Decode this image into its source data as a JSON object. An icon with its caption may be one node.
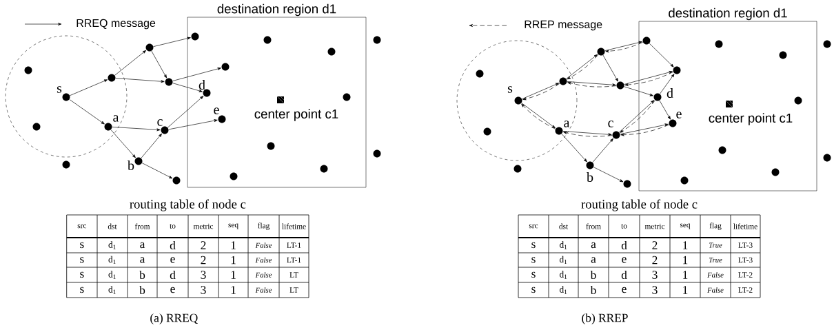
{
  "diagram": {
    "nodes": [
      {
        "text": [],
        "shape": "circle"
      },
      {
        "text": [],
        "shape": "circle",
        "in": 0
      },
      {
        "text": [
          "s"
        ],
        "in": 0
      },
      {
        "text": [],
        "shape": "circle",
        "in": 0
      },
      {
        "text": [],
        "shape": "circle",
        "in": 0
      },
      {
        "text": [
          "a"
        ],
        "in": 0
      },
      {
        "text": [],
        "shape": "circle"
      },
      {
        "text": [],
        "shape": "circle"
      },
      {
        "text": [
          "b"
        ]
      },
      {
        "text": [
          "c"
        ]
      },
      {
        "text": [],
        "shape": "circle"
      },
      {
        "text": [],
        "shape": "circle"
      },
      {
        "text": [
          "destination region d1"
        ]
      },
      {
        "text": [],
        "shape": "circle",
        "in": 12
      },
      {
        "text": [],
        "shape": "circle",
        "in": 12
      },
      {
        "text": [],
        "shape": "circle",
        "in": 12
      },
      {
        "text": [],
        "shape": "circle",
        "in": 12
      },
      {
        "text": [
          "d"
        ],
        "in": 12
      },
      {
        "text": [],
        "shape": "circle",
        "in": 12
      },
      {
        "text": [
          "center point c1"
        ],
        "in": 12
      },
      {
        "text": [
          "e"
        ],
        "in": 12
      },
      {
        "text": [],
        "shape": "circle",
        "in": 12
      },
      {
        "text": [],
        "shape": "circle",
        "in": 12
      },
      {
        "text": [],
        "shape": "circle",
        "in": 12
      },
      {
        "text": [],
        "shape": "circle"
      },
      {
        "text": [],
        "shape": "circle"
      },
      {
        "text": [],
        "shape": "circle"
      },
      {
        "text": [],
        "shape": "circle",
        "in": 26
      },
      {
        "text": [
          "s"
        ],
        "in": 26
      },
      {
        "text": [],
        "shape": "circle",
        "in": 26
      },
      {
        "text": [],
        "shape": "circle",
        "in": 26
      },
      {
        "text": [
          "a"
        ],
        "in": 26
      },
      {
        "text": [],
        "shape": "circle"
      },
      {
        "text": [],
        "shape": "circle"
      },
      {
        "text": [
          "b"
        ]
      },
      {
        "text": [
          "c"
        ]
      },
      {
        "text": [],
        "shape": "circle"
      },
      {
        "text": [],
        "shape": "circle"
      },
      {
        "text": [
          "destination region d1"
        ]
      },
      {
        "text": [],
        "shape": "circle",
        "in": 38
      },
      {
        "text": [],
        "shape": "circle",
        "in": 38
      },
      {
        "text": [],
        "shape": "circle",
        "in": 38
      },
      {
        "text": [],
        "shape": "circle",
        "in": 38
      },
      {
        "text": [
          "d"
        ],
        "in": 38
      },
      {
        "text": [],
        "shape": "circle",
        "in": 38
      },
      {
        "text": [
          "center point c1"
        ],
        "in": 38
      },
      {
        "text": [
          "e"
        ],
        "in": 38
      },
      {
        "text": [],
        "shape": "circle",
        "in": 38
      },
      {
        "text": [],
        "shape": "circle",
        "in": 38
      },
      {
        "text": [],
        "shape": "circle",
        "in": 38
      },
      {
        "text": [],
        "shape": "circle"
      },
      {
        "text": [],
        "shape": "circle"
      }
    ],
    "edges": [
      {
        "from": 2,
        "to": 4,
        "arrow": "to"
      },
      {
        "from": 2,
        "to": 5,
        "arrow": "to"
      },
      {
        "from": 4,
        "to": 7,
        "arrow": "to"
      },
      {
        "from": 4,
        "to": 10,
        "arrow": "to"
      },
      {
        "from": 7,
        "to": 13,
        "arrow": "to"
      },
      {
        "from": 7,
        "to": 10,
        "arrow": "to"
      },
      {
        "from": 10,
        "to": 16,
        "arrow": "to"
      },
      {
        "from": 10,
        "to": 17,
        "arrow": "to"
      },
      {
        "from": 5,
        "to": 9,
        "arrow": "to"
      },
      {
        "from": 5,
        "to": 8,
        "arrow": "to"
      },
      {
        "from": 8,
        "to": 9,
        "arrow": "to"
      },
      {
        "from": 8,
        "to": 11,
        "arrow": "to"
      },
      {
        "from": 9,
        "to": 17,
        "arrow": "to"
      },
      {
        "from": 9,
        "to": 20,
        "arrow": "to"
      },
      {
        "from": 28,
        "to": 30,
        "arrow": "to"
      },
      {
        "from": 28,
        "to": 31,
        "arrow": "to"
      },
      {
        "from": 30,
        "to": 33,
        "arrow": "to"
      },
      {
        "from": 30,
        "to": 36,
        "arrow": "to"
      },
      {
        "from": 33,
        "to": 39,
        "arrow": "to"
      },
      {
        "from": 33,
        "to": 36,
        "arrow": "to"
      },
      {
        "from": 39,
        "to": 42,
        "arrow": "to"
      },
      {
        "from": 36,
        "to": 42,
        "arrow": "to"
      },
      {
        "from": 36,
        "to": 43,
        "arrow": "to"
      },
      {
        "from": 31,
        "to": 35,
        "arrow": "to"
      },
      {
        "from": 31,
        "to": 34,
        "arrow": "to"
      },
      {
        "from": 34,
        "to": 35,
        "arrow": "to"
      },
      {
        "from": 34,
        "to": 37,
        "arrow": "to"
      },
      {
        "from": 35,
        "to": 43,
        "arrow": "to"
      },
      {
        "from": 35,
        "to": 46,
        "arrow": "to"
      },
      {
        "from": 43,
        "to": 42,
        "arrow": "to"
      },
      {
        "from": 43,
        "to": 46,
        "arrow": "to"
      },
      {
        "from": 39,
        "to": 33,
        "arrow": "to",
        "style": "dashed"
      },
      {
        "from": 33,
        "to": 30,
        "arrow": "to",
        "style": "dashed"
      },
      {
        "from": 36,
        "to": 30,
        "arrow": "to",
        "style": "dashed"
      },
      {
        "from": 30,
        "to": 28,
        "arrow": "to",
        "style": "dashed"
      },
      {
        "from": 31,
        "to": 28,
        "arrow": "to",
        "style": "dashed"
      },
      {
        "from": 35,
        "to": 31,
        "arrow": "to",
        "style": "dashed"
      },
      {
        "from": 43,
        "to": 35,
        "arrow": "to",
        "style": "dashed"
      },
      {
        "from": 42,
        "to": 36,
        "arrow": "to",
        "style": "dashed"
      },
      {
        "from": 46,
        "to": 35,
        "arrow": "to",
        "style": "dashed"
      }
    ],
    "labels": [
      "routing table of node c",
      "src",
      "dst",
      "from",
      "to",
      "metric",
      "seq",
      "flag",
      "lifetime",
      "s",
      "d$_{1}$",
      "a",
      "d",
      "2",
      "1",
      "False",
      "LT-1",
      "s",
      "d$_{1}$",
      "a",
      "e",
      "2",
      "1",
      "False",
      "LT-1",
      "s",
      "d$_{1}$",
      "b",
      "d",
      "3",
      "1",
      "False",
      "LT",
      "s",
      "d$_{1}$",
      "b",
      "e",
      "3",
      "1",
      "False",
      "LT",
      "(a) RREQ",
      "routing table of node c",
      "src",
      "dst",
      "from",
      "to",
      "metric",
      "seq",
      "flag",
      "lifetime",
      "s",
      "d$_{1}$",
      "a",
      "d",
      "2",
      "1",
      "True",
      "LT-3",
      "s",
      "d$_{1}$",
      "a",
      "e",
      "2",
      "1",
      "True",
      "LT-3",
      "s",
      "d$_{1}$",
      "b",
      "d",
      "3",
      "1",
      "False",
      "LT-2",
      "s",
      "d$_{1}$",
      "b",
      "e",
      "3",
      "1",
      "False",
      "LT-2",
      "(b) RREP"
    ],
    "legend": [
      {
        "text": "RREQ message"
      },
      {
        "text": "RREP message"
      }
    ]
  }
}
